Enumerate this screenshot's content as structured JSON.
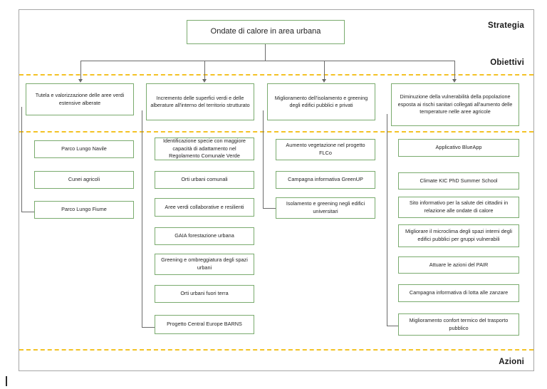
{
  "diagram": {
    "title": "Ondate di calore in area urbana",
    "tiers": [
      {
        "name": "strategia",
        "label": "Strategia"
      },
      {
        "name": "obiettivi",
        "label": "Obiettivi"
      },
      {
        "name": "azioni",
        "label": "Azioni"
      }
    ],
    "colors": {
      "node_border": "#7aab6e",
      "frame_border": "#a6a6a6",
      "band_dashed": "#f2b800",
      "connector": "#6b6b6b",
      "text": "#1f1f1f"
    },
    "strategy": {
      "label": "Ondate di calore in area urbana"
    },
    "columns": [
      {
        "objective": "Tutela e valorizzazione delle aree verdi estensive alberate",
        "actions": [
          "Parco Lungo Navile",
          "Cunei agricoli",
          "Parco Lungo Fiume"
        ]
      },
      {
        "objective": "Incremento delle superfici verdi e delle alberature all'interno del territorio strutturato",
        "actions": [
          "Identificazione specie con maggiore capacità di adattamento nel Regolamento Comunale Verde",
          "Orti urbani comunali",
          "Aree verdi collaborative e resilienti",
          "GAIA forestazione urbana",
          "Greening  e ombreggiatura degli spazi urbani",
          "Orti urbani fuori terra",
          "Progetto Central Europe BARNS"
        ]
      },
      {
        "objective": "Miglioramento dell'isolamento e greening degli edifici pubblici e privati",
        "actions": [
          "Aumento vegetazione nel progetto FLCo",
          "Campagna informativa GreenUP",
          "Isolamento e greening negli edifici universitari"
        ]
      },
      {
        "objective": "Diminuzione della vulnerabilità della popolazione esposta ai rischi sanitari collegati all'aumento delle temperature nelle aree agricole",
        "actions": [
          "Applicativo BlueApp",
          "Climate KIC PhD Summer School",
          "Sito informativo per la salute dei cittadini in relazione alle ondate di calore",
          "Migliorare il microclima degli spazi interni degli edifici pubblici per gruppi vulnerabili",
          "Attuare le azioni del PAIR",
          "Campagna informativa di lotta alle zanzare",
          "Miglioramento confort termico del trasporto pubblico"
        ]
      }
    ]
  }
}
